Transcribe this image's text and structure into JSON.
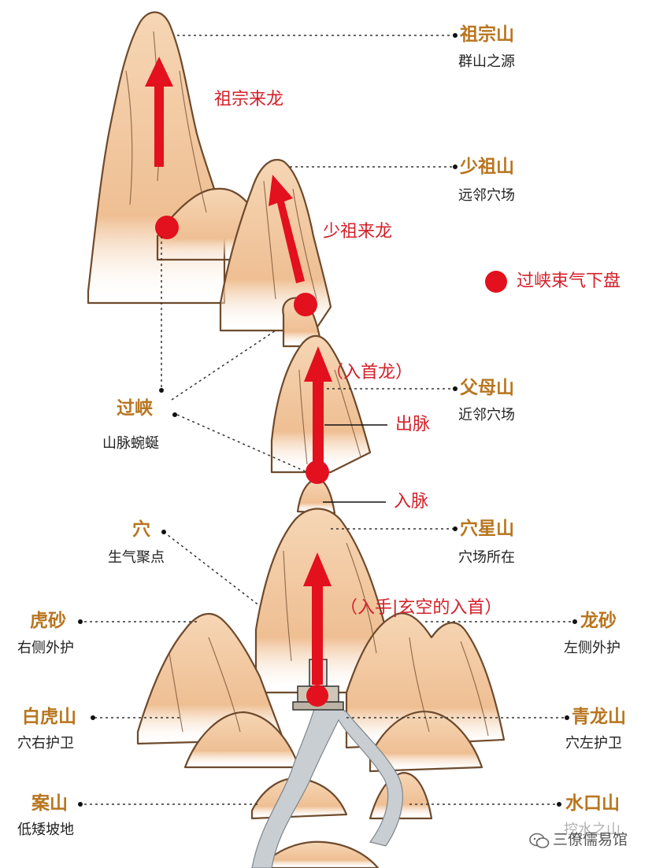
{
  "colors": {
    "mountain_fill": "#f2c7a0",
    "mountain_stroke": "#6e4a2c",
    "arrow": "#e3101e",
    "label_main": "#b8751f",
    "label_red": "#d4202a",
    "river": "#bfc6cb"
  },
  "labels": {
    "zuzongshan": {
      "title": "祖宗山",
      "sub": "群山之源"
    },
    "shaozushan": {
      "title": "少祖山",
      "sub": "远邻穴场"
    },
    "fumushan": {
      "title": "父母山",
      "sub": "近邻穴场"
    },
    "xuexingshan": {
      "title": "穴星山",
      "sub": "穴场所在"
    },
    "longsha": {
      "title": "龙砂",
      "sub": "左侧外护"
    },
    "qinglongshan": {
      "title": "青龙山",
      "sub": "穴左护卫"
    },
    "shuikoushan": {
      "title": "水口山",
      "sub": "控水之山"
    },
    "guoxia": {
      "title": "过峡",
      "sub": "山脉蜿蜒"
    },
    "xue": {
      "title": "穴",
      "sub": "生气聚点"
    },
    "husha": {
      "title": "虎砂",
      "sub": "右侧外护"
    },
    "baihushan": {
      "title": "白虎山",
      "sub": "穴右护卫"
    },
    "anshan": {
      "title": "案山",
      "sub": "低矮坡地"
    }
  },
  "annotations": {
    "zuzong_lailong": "祖宗来龙",
    "shaozu_lailong": "少祖来龙",
    "rushou_long": "（入首龙）",
    "chumai": "出脉",
    "rumai": "入脉",
    "rushou_xuankong": "（入手|玄空的入首）"
  },
  "legend": {
    "dot_label": "过峡束气下盘",
    "icon": "red-dot"
  },
  "watermark": {
    "text": "三僚儒易馆",
    "icon": "wechat-icon"
  }
}
